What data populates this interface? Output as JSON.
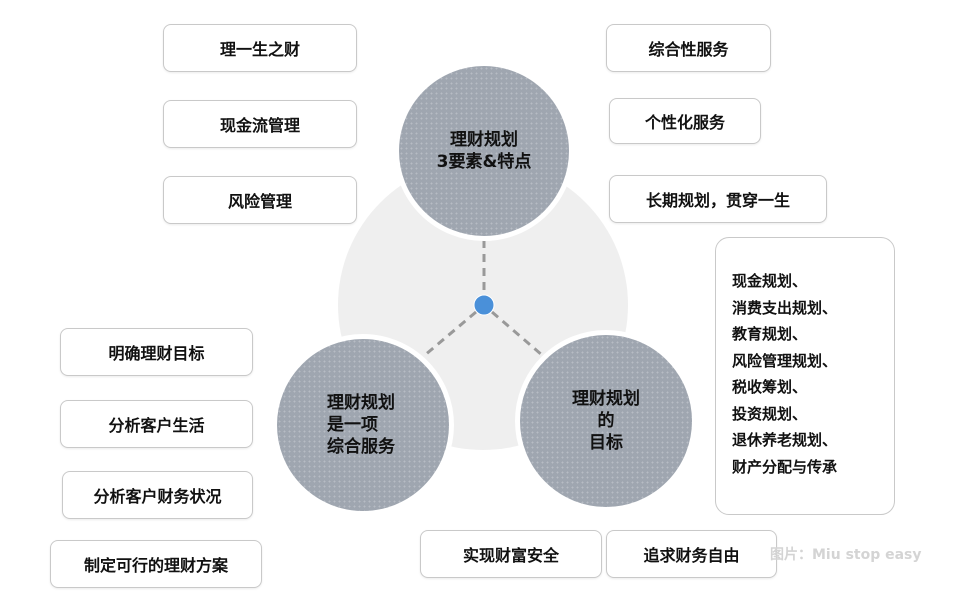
{
  "center_circles": {
    "top": [
      "理财规划",
      "3要素&特点"
    ],
    "left": [
      "理财规划",
      "是一项",
      "综合服务"
    ],
    "right": [
      "理财规划",
      "的",
      "目标"
    ]
  },
  "left_top_boxes": [
    "理一生之财",
    "现金流管理",
    "风险管理"
  ],
  "right_top_boxes": [
    "综合性服务",
    "个性化服务",
    "长期规划，贯穿一生"
  ],
  "goals_list": [
    "现金规划、",
    "消费支出规划、",
    "教育规划、",
    "风险管理规划、",
    "税收筹划、",
    "投资规划、",
    "退休养老规划、",
    "财产分配与传承"
  ],
  "left_bottom_boxes": [
    "明确理财目标",
    "分析客户生活",
    "分析客户财务状况",
    "制定可行的理财方案"
  ],
  "bottom_boxes": [
    "实现财富安全",
    "追求财务自由"
  ],
  "watermark": "图片：Miu stop easy",
  "colors": {
    "circle": "#9fa6b0",
    "hub": "#4a90d9",
    "bg_circle": "#efefef"
  }
}
